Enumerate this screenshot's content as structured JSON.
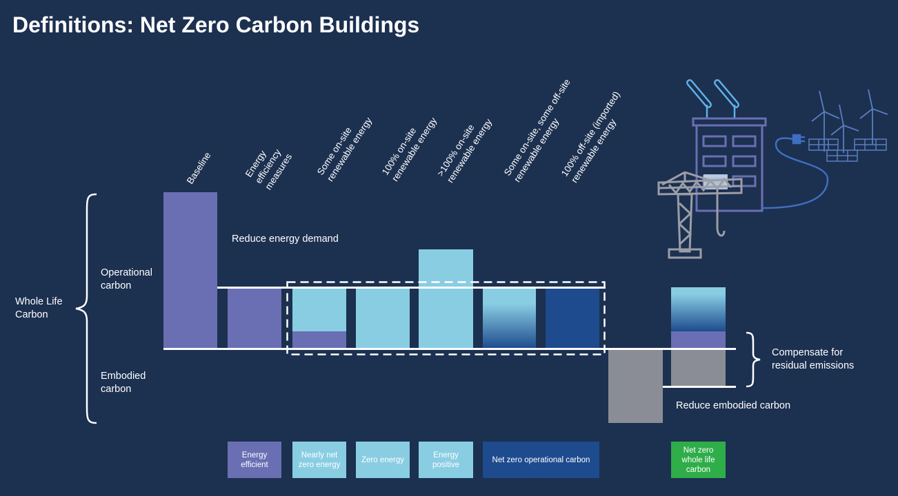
{
  "title": "Definitions: Net Zero Carbon Buildings",
  "columns": [
    "Baseline",
    "Energy efficiency measures",
    "Some on-site renewable energy",
    "100% on-site renewable energy",
    ">100% on-site renewable energy",
    "Some on-site, some off-site renewable energy",
    "100% off-site (imported) renewable energy"
  ],
  "side_labels": {
    "whole_life": "Whole Life Carbon",
    "operational": "Operational carbon",
    "embodied": "Embodied carbon"
  },
  "annotations": {
    "reduce_energy": "Reduce energy demand",
    "compensate": "Compensate for residual emissions",
    "reduce_embodied": "Reduce embodied carbon"
  },
  "legend": [
    {
      "label": "Energy efficient",
      "color": "#6a6fb4"
    },
    {
      "label": "Nearly net zero energy",
      "color": "#89cde3"
    },
    {
      "label": "Zero energy",
      "color": "#89cde3"
    },
    {
      "label": "Energy positive",
      "color": "#89cde3"
    },
    {
      "label": "Net zero operational carbon",
      "color": "#1e4b8e"
    },
    {
      "label": "Net zero whole life carbon",
      "color": "#2fad49"
    }
  ],
  "colors": {
    "background": "#1c3050",
    "baseline_purple": "#6a6fb4",
    "light_blue": "#89cde3",
    "dark_blue": "#1e4b8e",
    "grey": "#8a8d96",
    "green": "#2fad49",
    "icon_line": "#5b8fd6"
  },
  "icons": [
    "building-icon",
    "solar-panel-icon",
    "wind-turbine-icon",
    "crane-icon",
    "plug-icon"
  ]
}
